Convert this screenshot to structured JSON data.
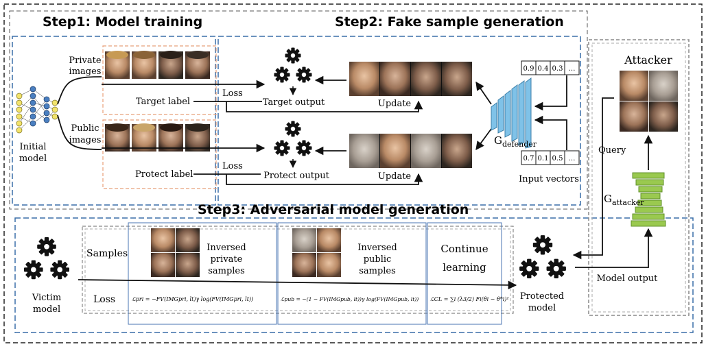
{
  "colors": {
    "dash_outer": "#222222",
    "dash_blue": "#3a6fa8",
    "dash_orange": "#e8a07a",
    "dash_gray": "#888888",
    "solid_blue": "#4a76b3",
    "node_yellow": "#f2e36b",
    "node_blue": "#4a7fc0",
    "gen_blue": "#7fc2e8",
    "att_green": "#9ac94f",
    "att_green_dark": "#5f8f2a"
  },
  "steps": {
    "step1": "Step1: Model training",
    "step2": "Step2: Fake sample generation",
    "step3": "Step3: Adversarial model generation"
  },
  "step1": {
    "initial_model_line1": "Initial",
    "initial_model_line2": "model",
    "private_line1": "Private",
    "private_line2": "images",
    "public_line1": "Public",
    "public_line2": "images",
    "target_label": "Target label",
    "protect_label": "Protect label"
  },
  "step2": {
    "loss_top": "Loss",
    "loss_bottom": "Loss",
    "target_output": "Target output",
    "protect_output": "Protect output",
    "update_top": "Update",
    "update_bottom": "Update",
    "generator_main": "G",
    "generator_sub": "defender",
    "input_vectors": "Input vectors",
    "vector_top": [
      "0.9",
      "0.4",
      "0.3",
      "…"
    ],
    "vector_bottom": [
      "0.7",
      "0.1",
      "0.5",
      "…"
    ]
  },
  "attacker": {
    "title": "Attacker",
    "query": "Query",
    "generator_main": "G",
    "generator_sub": "attacker",
    "model_output": "Model output"
  },
  "step3": {
    "samples": "Samples",
    "loss": "Loss",
    "inversed_private": [
      "Inversed",
      "private",
      "samples"
    ],
    "inversed_public": [
      "Inversed",
      "public",
      "samples"
    ],
    "continue_learning": [
      "Continue",
      "learning"
    ],
    "victim_line1": "Victim",
    "victim_line2": "model",
    "protected_line1": "Protected",
    "protected_line2": "model",
    "eq_pri": "ℒpri = −FV(IMGpri, lt)γ log(FV(IMGpri, lt))",
    "eq_pub": "ℒpub = −(1 − FV(IMGpub, lt))γ log(FV(IMGpub, lt))",
    "eq_cl": "ℒCL = ∑i (λ3/2) Fi(θi − θ*i)²"
  }
}
